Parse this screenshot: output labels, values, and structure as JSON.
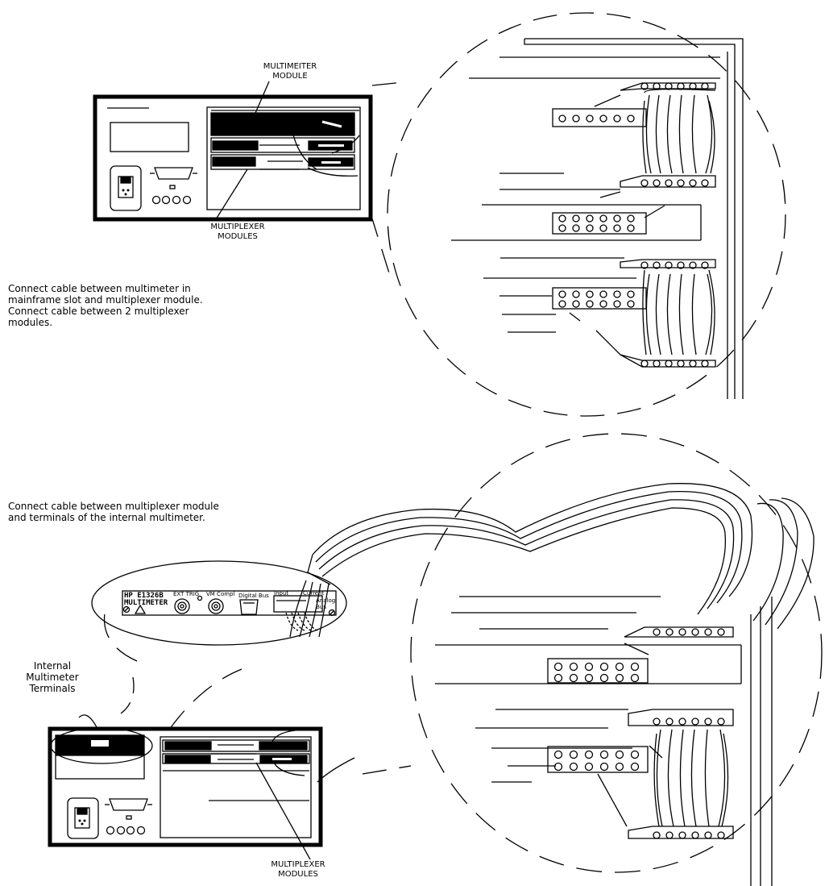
{
  "top": {
    "caption": "Connect cable between multimeter in\nmainframe slot and multiplexer module.\nConnect cable between 2 multiplexer\nmodules.",
    "label_multimeter_module": "MULTIMEITER\nMODULE",
    "label_multiplexer_modules": "MULTIPLEXER\nMODULES"
  },
  "bottom": {
    "caption": "Connect cable between multiplexer module\nand terminals of the internal multimeter.",
    "label_internal_terminals": "Internal\nMultimeter\nTerminals",
    "label_multiplexer_modules": "MULTIPLEXER\nMODULES",
    "panel": {
      "model": "HP E1326B\nMULTIMETER",
      "ext_trig": "EXT TRIG",
      "vm_compl": "VM Compl",
      "digital_bus": "Digital Bus",
      "input": "Input",
      "current": "Current",
      "analog_bus": "Analog\nBus"
    }
  }
}
